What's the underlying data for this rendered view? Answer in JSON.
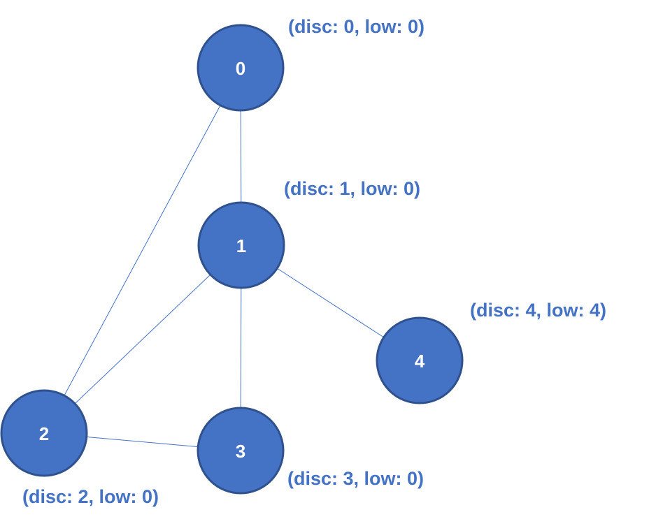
{
  "colors": {
    "node_fill": "#4472c4",
    "node_stroke": "#2f528f",
    "edge": "#4472c4",
    "annotation": "#4472c4",
    "node_text": "#ffffff"
  },
  "nodes": [
    {
      "id": "0",
      "label": "0",
      "annotation": "(disc: 0, low: 0)"
    },
    {
      "id": "1",
      "label": "1",
      "annotation": "(disc: 1, low: 0)"
    },
    {
      "id": "2",
      "label": "2",
      "annotation": "(disc: 2, low: 0)"
    },
    {
      "id": "3",
      "label": "3",
      "annotation": "(disc: 3, low: 0)"
    },
    {
      "id": "4",
      "label": "4",
      "annotation": "(disc: 4, low: 4)"
    }
  ],
  "edges": [
    {
      "from": "0",
      "to": "1"
    },
    {
      "from": "0",
      "to": "2"
    },
    {
      "from": "1",
      "to": "2"
    },
    {
      "from": "1",
      "to": "3"
    },
    {
      "from": "1",
      "to": "4"
    },
    {
      "from": "2",
      "to": "3"
    }
  ]
}
